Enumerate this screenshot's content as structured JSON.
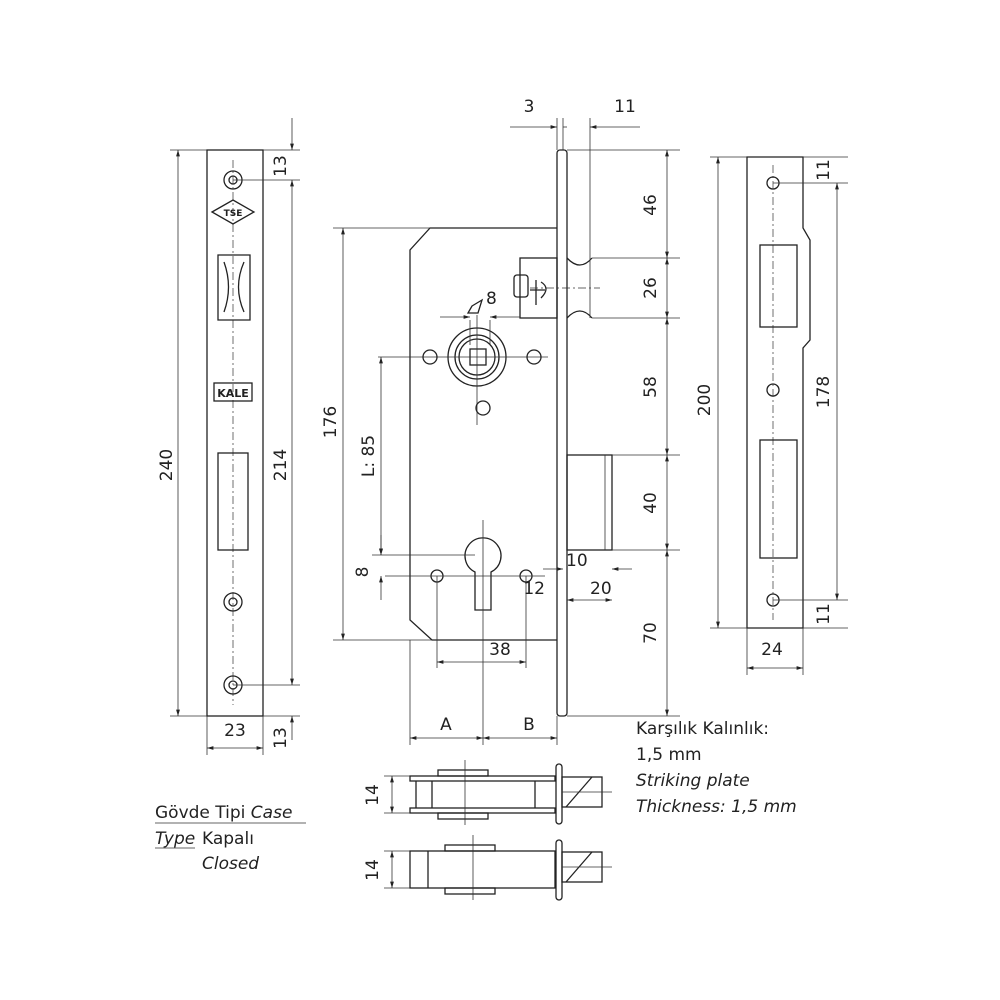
{
  "left_plate": {
    "dims": {
      "total_height": "240",
      "hole_span": "214",
      "top_offset": "13",
      "bottom_offset": "13",
      "width": "23"
    },
    "logos": [
      "TSE",
      "KALE"
    ]
  },
  "lock_body": {
    "dims": {
      "backset_plate": "3",
      "bolt_throw": "11",
      "top_to_latch": "46",
      "latch_height": "26",
      "latch_to_bolt": "58",
      "bolt_height": "40",
      "bolt_to_bottom": "70",
      "body_height": "176",
      "center_distance": "L: 85",
      "spindle": "8",
      "cylinder_offset": "8",
      "screw_spacing": "38",
      "dim_10": "10",
      "dim_12": "12",
      "dim_20": "20",
      "backset_a": "A",
      "backset_b": "B"
    }
  },
  "striking_plate": {
    "dims": {
      "height": "200",
      "hole_span": "178",
      "top_offset": "11",
      "bottom_offset": "11",
      "width": "24"
    }
  },
  "side_views": {
    "thickness_1": "14",
    "thickness_2": "14"
  },
  "notes": {
    "tr_title": "Karşılık Kalınlık:",
    "tr_value": "1,5 mm",
    "en_title": "Striking plate",
    "en_value": "Thickness: 1,5 mm"
  },
  "case_type": {
    "label_tr": "Gövde Tipi",
    "label_en_1": "Case",
    "label_en_2": "Type",
    "value_tr": "Kapalı",
    "value_en": "Closed"
  }
}
